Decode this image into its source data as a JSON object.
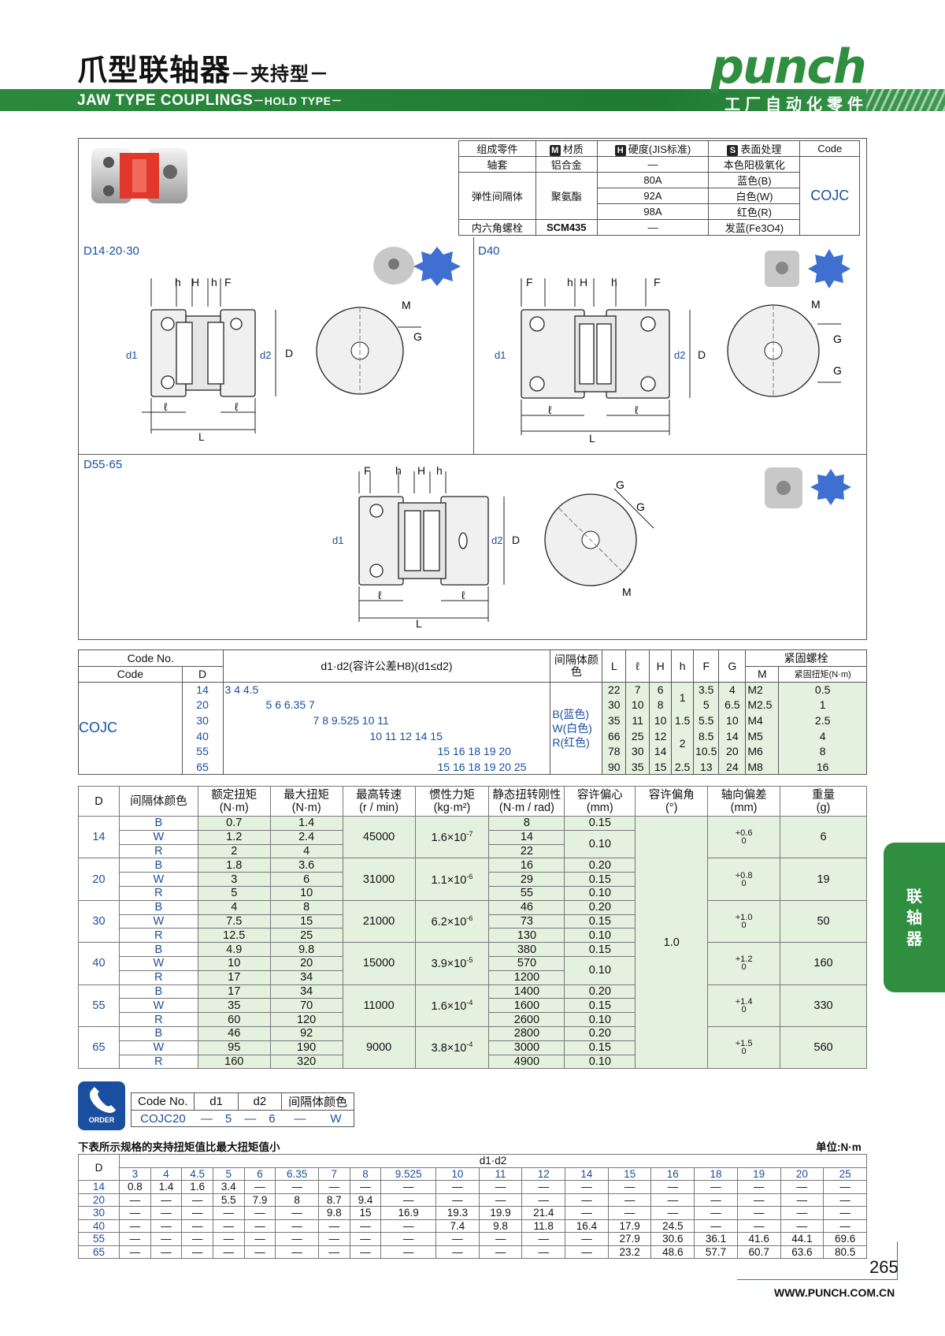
{
  "header": {
    "title_cn": "爪型联轴器",
    "title_cn_sub": "－夹持型－",
    "title_en": "JAW TYPE COUPLINGS",
    "title_en_sub": "－HOLD TYPE－",
    "logo_word": "punch",
    "logo_cn": "工厂自动化零件"
  },
  "colors": {
    "brand_green": "#2f8e3f",
    "accent_blue": "#1a4fa0",
    "cell_green": "#e5f1df"
  },
  "diagrams": {
    "label_a": "D14·20·30",
    "label_b": "D40",
    "label_c": "D55·65",
    "dims": {
      "h": "h",
      "H": "H",
      "F": "F",
      "M": "M",
      "G": "G",
      "d1": "d1",
      "d2": "d2",
      "D": "D",
      "l": "ℓ",
      "L": "L"
    }
  },
  "materials": {
    "headers": {
      "part": "组成零件",
      "material": "材质",
      "hardness": "硬度(JIS标准)",
      "surface": "表面处理",
      "code": "Code"
    },
    "badges": {
      "material": "M",
      "hardness": "H",
      "surface": "S"
    },
    "rows": [
      {
        "part": "轴套",
        "material": "铝合金",
        "hardness": "—",
        "surface": "本色阳极氧化"
      },
      {
        "part": "弹性间隔体",
        "material": "聚氨酯",
        "hardness": "80A",
        "surface": "蓝色(B)"
      },
      {
        "hardness": "92A",
        "surface": "白色(W)"
      },
      {
        "hardness": "98A",
        "surface": "红色(R)"
      },
      {
        "part": "内六角螺栓",
        "material": "SCM435",
        "hardness": "—",
        "surface": "发蓝(Fe3O4)"
      }
    ],
    "code": "COJC"
  },
  "spec": {
    "headers": {
      "code_no": "Code No.",
      "code": "Code",
      "D": "D",
      "d_list": "d1·d2(容许公差H8)(d1≤d2)",
      "spacer": "间隔体颜色",
      "L": "L",
      "l": "ℓ",
      "H": "H",
      "h": "h",
      "F": "F",
      "G": "G",
      "screw": "紧固螺栓",
      "M": "M",
      "torque": "紧固扭矩(N·m)"
    },
    "code": "COJC",
    "spacer_colors": [
      "B(蓝色)",
      "W(白色)",
      "R(红色)"
    ],
    "rows": [
      {
        "D": "14",
        "d": "3 4 4.5",
        "L": "22",
        "l": "7",
        "H": "6",
        "h": "1",
        "F": "3.5",
        "G": "4",
        "M": "M2",
        "torque": "0.5"
      },
      {
        "D": "20",
        "d": "5 6 6.35 7",
        "L": "30",
        "l": "10",
        "H": "8",
        "h": "",
        "F": "5",
        "G": "6.5",
        "M": "M2.5",
        "torque": "1"
      },
      {
        "D": "30",
        "d": "7 8 9.525 10 11",
        "L": "35",
        "l": "11",
        "H": "10",
        "h": "1.5",
        "F": "5.5",
        "G": "10",
        "M": "M4",
        "torque": "2.5"
      },
      {
        "D": "40",
        "d": "10 11 12 14 15",
        "L": "66",
        "l": "25",
        "H": "12",
        "h": "2",
        "F": "8.5",
        "G": "14",
        "M": "M5",
        "torque": "4"
      },
      {
        "D": "55",
        "d": "15 16 18 19 20",
        "L": "78",
        "l": "30",
        "H": "14",
        "h": "",
        "F": "10.5",
        "G": "20",
        "M": "M6",
        "torque": "8"
      },
      {
        "D": "65",
        "d": "15 16 18 19 20 25",
        "L": "90",
        "l": "35",
        "H": "15",
        "h": "2.5",
        "F": "13",
        "G": "24",
        "M": "M8",
        "torque": "16"
      }
    ]
  },
  "performance": {
    "headers": [
      "D",
      "间隔体颜色",
      "额定扭矩(N·m)",
      "最大扭矩(N·m)",
      "最高转速(r / min)",
      "惯性力矩(kg·m²)",
      "静态扭转刚性(N·m / rad)",
      "容许偏心(mm)",
      "容许偏角(°)",
      "轴向偏差(mm)",
      "重量(g)"
    ],
    "angle": "1.0",
    "groups": [
      {
        "D": "14",
        "speed": "45000",
        "inertia": "1.6×10",
        "inertia_exp": "-7",
        "axial": "+0.6/0",
        "weight": "6",
        "rows": [
          {
            "c": "B",
            "rt": "0.7",
            "mt": "1.4",
            "st": "8"
          },
          {
            "c": "W",
            "rt": "1.2",
            "mt": "2.4",
            "st": "14"
          },
          {
            "c": "R",
            "rt": "2",
            "mt": "4",
            "st": "22"
          }
        ],
        "ecc": [
          "0.15",
          "0.10"
        ]
      },
      {
        "D": "20",
        "speed": "31000",
        "inertia": "1.1×10",
        "inertia_exp": "-6",
        "axial": "+0.8/0",
        "weight": "19",
        "rows": [
          {
            "c": "B",
            "rt": "1.8",
            "mt": "3.6",
            "st": "16"
          },
          {
            "c": "W",
            "rt": "3",
            "mt": "6",
            "st": "29"
          },
          {
            "c": "R",
            "rt": "5",
            "mt": "10",
            "st": "55"
          }
        ],
        "ecc": [
          "0.20",
          "0.15",
          "0.10"
        ]
      },
      {
        "D": "30",
        "speed": "21000",
        "inertia": "6.2×10",
        "inertia_exp": "-6",
        "axial": "+1.0/0",
        "weight": "50",
        "rows": [
          {
            "c": "B",
            "rt": "4",
            "mt": "8",
            "st": "46"
          },
          {
            "c": "W",
            "rt": "7.5",
            "mt": "15",
            "st": "73"
          },
          {
            "c": "R",
            "rt": "12.5",
            "mt": "25",
            "st": "130"
          }
        ],
        "ecc": [
          "0.20",
          "0.15",
          "0.10"
        ]
      },
      {
        "D": "40",
        "speed": "15000",
        "inertia": "3.9×10",
        "inertia_exp": "-5",
        "axial": "+1.2/0",
        "weight": "160",
        "rows": [
          {
            "c": "B",
            "rt": "4.9",
            "mt": "9.8",
            "st": "380"
          },
          {
            "c": "W",
            "rt": "10",
            "mt": "20",
            "st": "570"
          },
          {
            "c": "R",
            "rt": "17",
            "mt": "34",
            "st": "1200"
          }
        ],
        "ecc": [
          "0.15",
          "0.10"
        ]
      },
      {
        "D": "55",
        "speed": "11000",
        "inertia": "1.6×10",
        "inertia_exp": "-4",
        "axial": "+1.4/0",
        "weight": "330",
        "rows": [
          {
            "c": "B",
            "rt": "17",
            "mt": "34",
            "st": "1400"
          },
          {
            "c": "W",
            "rt": "35",
            "mt": "70",
            "st": "1600"
          },
          {
            "c": "R",
            "rt": "60",
            "mt": "120",
            "st": "2600"
          }
        ],
        "ecc": [
          "0.20",
          "0.15",
          "0.10"
        ]
      },
      {
        "D": "65",
        "speed": "9000",
        "inertia": "3.8×10",
        "inertia_exp": "-4",
        "axial": "+1.5/0",
        "weight": "560",
        "rows": [
          {
            "c": "B",
            "rt": "46",
            "mt": "92",
            "st": "2800"
          },
          {
            "c": "W",
            "rt": "95",
            "mt": "190",
            "st": "3000"
          },
          {
            "c": "R",
            "rt": "160",
            "mt": "320",
            "st": "4900"
          }
        ],
        "ecc": [
          "0.20",
          "0.15",
          "0.10"
        ]
      }
    ]
  },
  "order": {
    "icon_label": "ORDER",
    "headers": [
      "Code No.",
      "d1",
      "d2",
      "间隔体颜色"
    ],
    "values": [
      "COJC20",
      "—",
      "5",
      "—",
      "6",
      "—",
      "W"
    ]
  },
  "clamp": {
    "note": "下表所示规格的夹持扭矩值比最大扭矩值小",
    "unit": "单位:N·m",
    "header_D": "D",
    "header_group": "d1·d2",
    "cols": [
      "3",
      "4",
      "4.5",
      "5",
      "6",
      "6.35",
      "7",
      "8",
      "9.525",
      "10",
      "11",
      "12",
      "14",
      "15",
      "16",
      "18",
      "19",
      "20",
      "25"
    ],
    "rows": [
      {
        "D": "14",
        "v": [
          "0.8",
          "1.4",
          "1.6",
          "3.4",
          "—",
          "—",
          "—",
          "—",
          "—",
          "—",
          "—",
          "—",
          "—",
          "—",
          "—",
          "—",
          "—",
          "—",
          "—"
        ]
      },
      {
        "D": "20",
        "v": [
          "—",
          "—",
          "—",
          "5.5",
          "7.9",
          "8",
          "8.7",
          "9.4",
          "—",
          "—",
          "—",
          "—",
          "—",
          "—",
          "—",
          "—",
          "—",
          "—",
          "—"
        ]
      },
      {
        "D": "30",
        "v": [
          "—",
          "—",
          "—",
          "—",
          "—",
          "—",
          "9.8",
          "15",
          "16.9",
          "19.3",
          "19.9",
          "21.4",
          "—",
          "—",
          "—",
          "—",
          "—",
          "—",
          "—"
        ]
      },
      {
        "D": "40",
        "v": [
          "—",
          "—",
          "—",
          "—",
          "—",
          "—",
          "—",
          "—",
          "—",
          "7.4",
          "9.8",
          "11.8",
          "16.4",
          "17.9",
          "24.5",
          "—",
          "—",
          "—",
          "—"
        ]
      },
      {
        "D": "55",
        "v": [
          "—",
          "—",
          "—",
          "—",
          "—",
          "—",
          "—",
          "—",
          "—",
          "—",
          "—",
          "—",
          "—",
          "27.9",
          "30.6",
          "36.1",
          "41.6",
          "44.1",
          "69.6"
        ]
      },
      {
        "D": "65",
        "v": [
          "—",
          "—",
          "—",
          "—",
          "—",
          "—",
          "—",
          "—",
          "—",
          "—",
          "—",
          "—",
          "—",
          "23.2",
          "48.6",
          "57.7",
          "60.7",
          "63.6",
          "80.5"
        ]
      }
    ]
  },
  "side_tab": "联轴器",
  "footer": {
    "page": "265",
    "site": "WWW.PUNCH.COM.CN"
  }
}
